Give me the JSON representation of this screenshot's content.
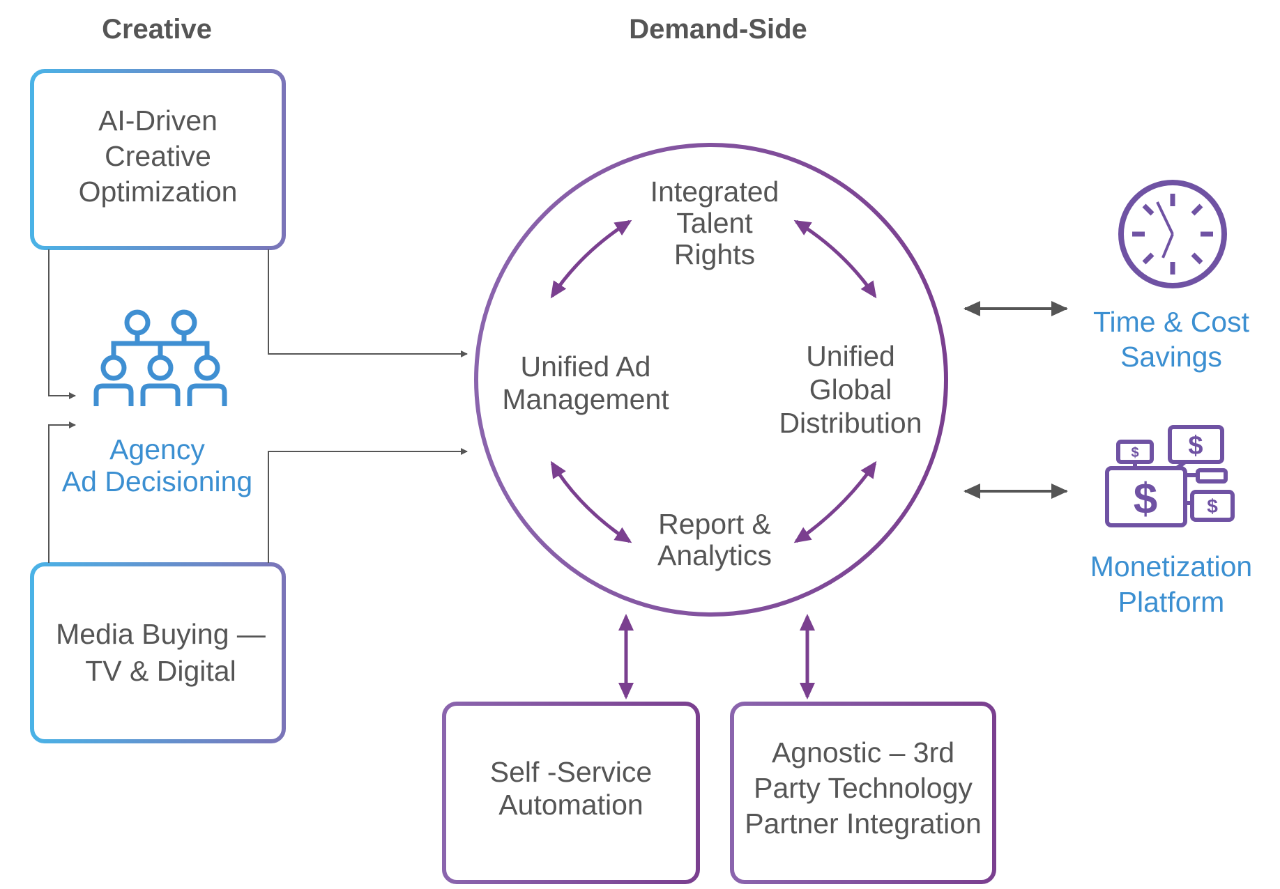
{
  "headers": {
    "creative": "Creative",
    "demand_side": "Demand-Side"
  },
  "creative_boxes": {
    "ai": [
      "AI-Driven",
      "Creative",
      "Optimization"
    ],
    "media": [
      "Media Buying —",
      "TV & Digital"
    ]
  },
  "agency": [
    "Agency",
    "Ad Decisioning"
  ],
  "cycle": {
    "top": [
      "Integrated",
      "Talent",
      "Rights"
    ],
    "left": [
      "Unified Ad",
      "Management"
    ],
    "right": [
      "Unified",
      "Global",
      "Distribution"
    ],
    "bottom": [
      "Report &",
      "Analytics"
    ]
  },
  "bottom_boxes": {
    "self_service": [
      "Self -Service",
      "Automation"
    ],
    "agnostic": [
      "Agnostic – 3rd",
      "Party Technology",
      "Partner Integration"
    ]
  },
  "outcomes": {
    "time": [
      "Time & Cost",
      "Savings"
    ],
    "monetization": [
      "Monetization",
      "Platform"
    ]
  },
  "icons": {
    "people": "people-network-icon",
    "clock": "clock-icon",
    "money": "money-network-icon"
  },
  "colors": {
    "text_gray": "#555555",
    "accent_blue": "#3b8fd1",
    "purple": "#7a3f8f",
    "icon_purple": "#6f52a3",
    "arrow_gray": "#555555"
  }
}
